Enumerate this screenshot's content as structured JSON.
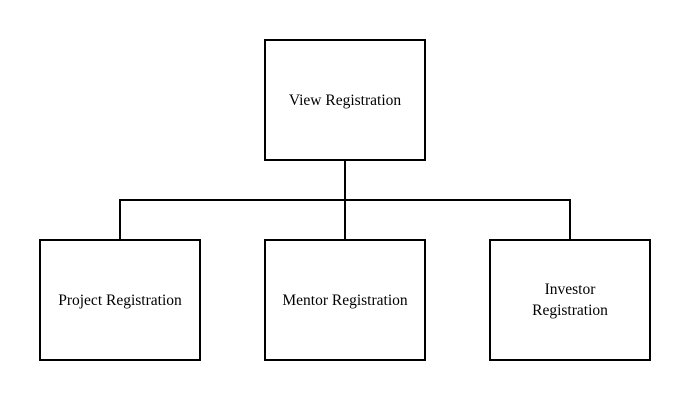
{
  "diagram": {
    "root": {
      "label": "View Registration"
    },
    "children": [
      {
        "label": "Project Registration"
      },
      {
        "label": "Mentor Registration"
      },
      {
        "label": "Investor Registration"
      }
    ],
    "colors": {
      "stroke": "#000000",
      "background": "#ffffff"
    }
  }
}
